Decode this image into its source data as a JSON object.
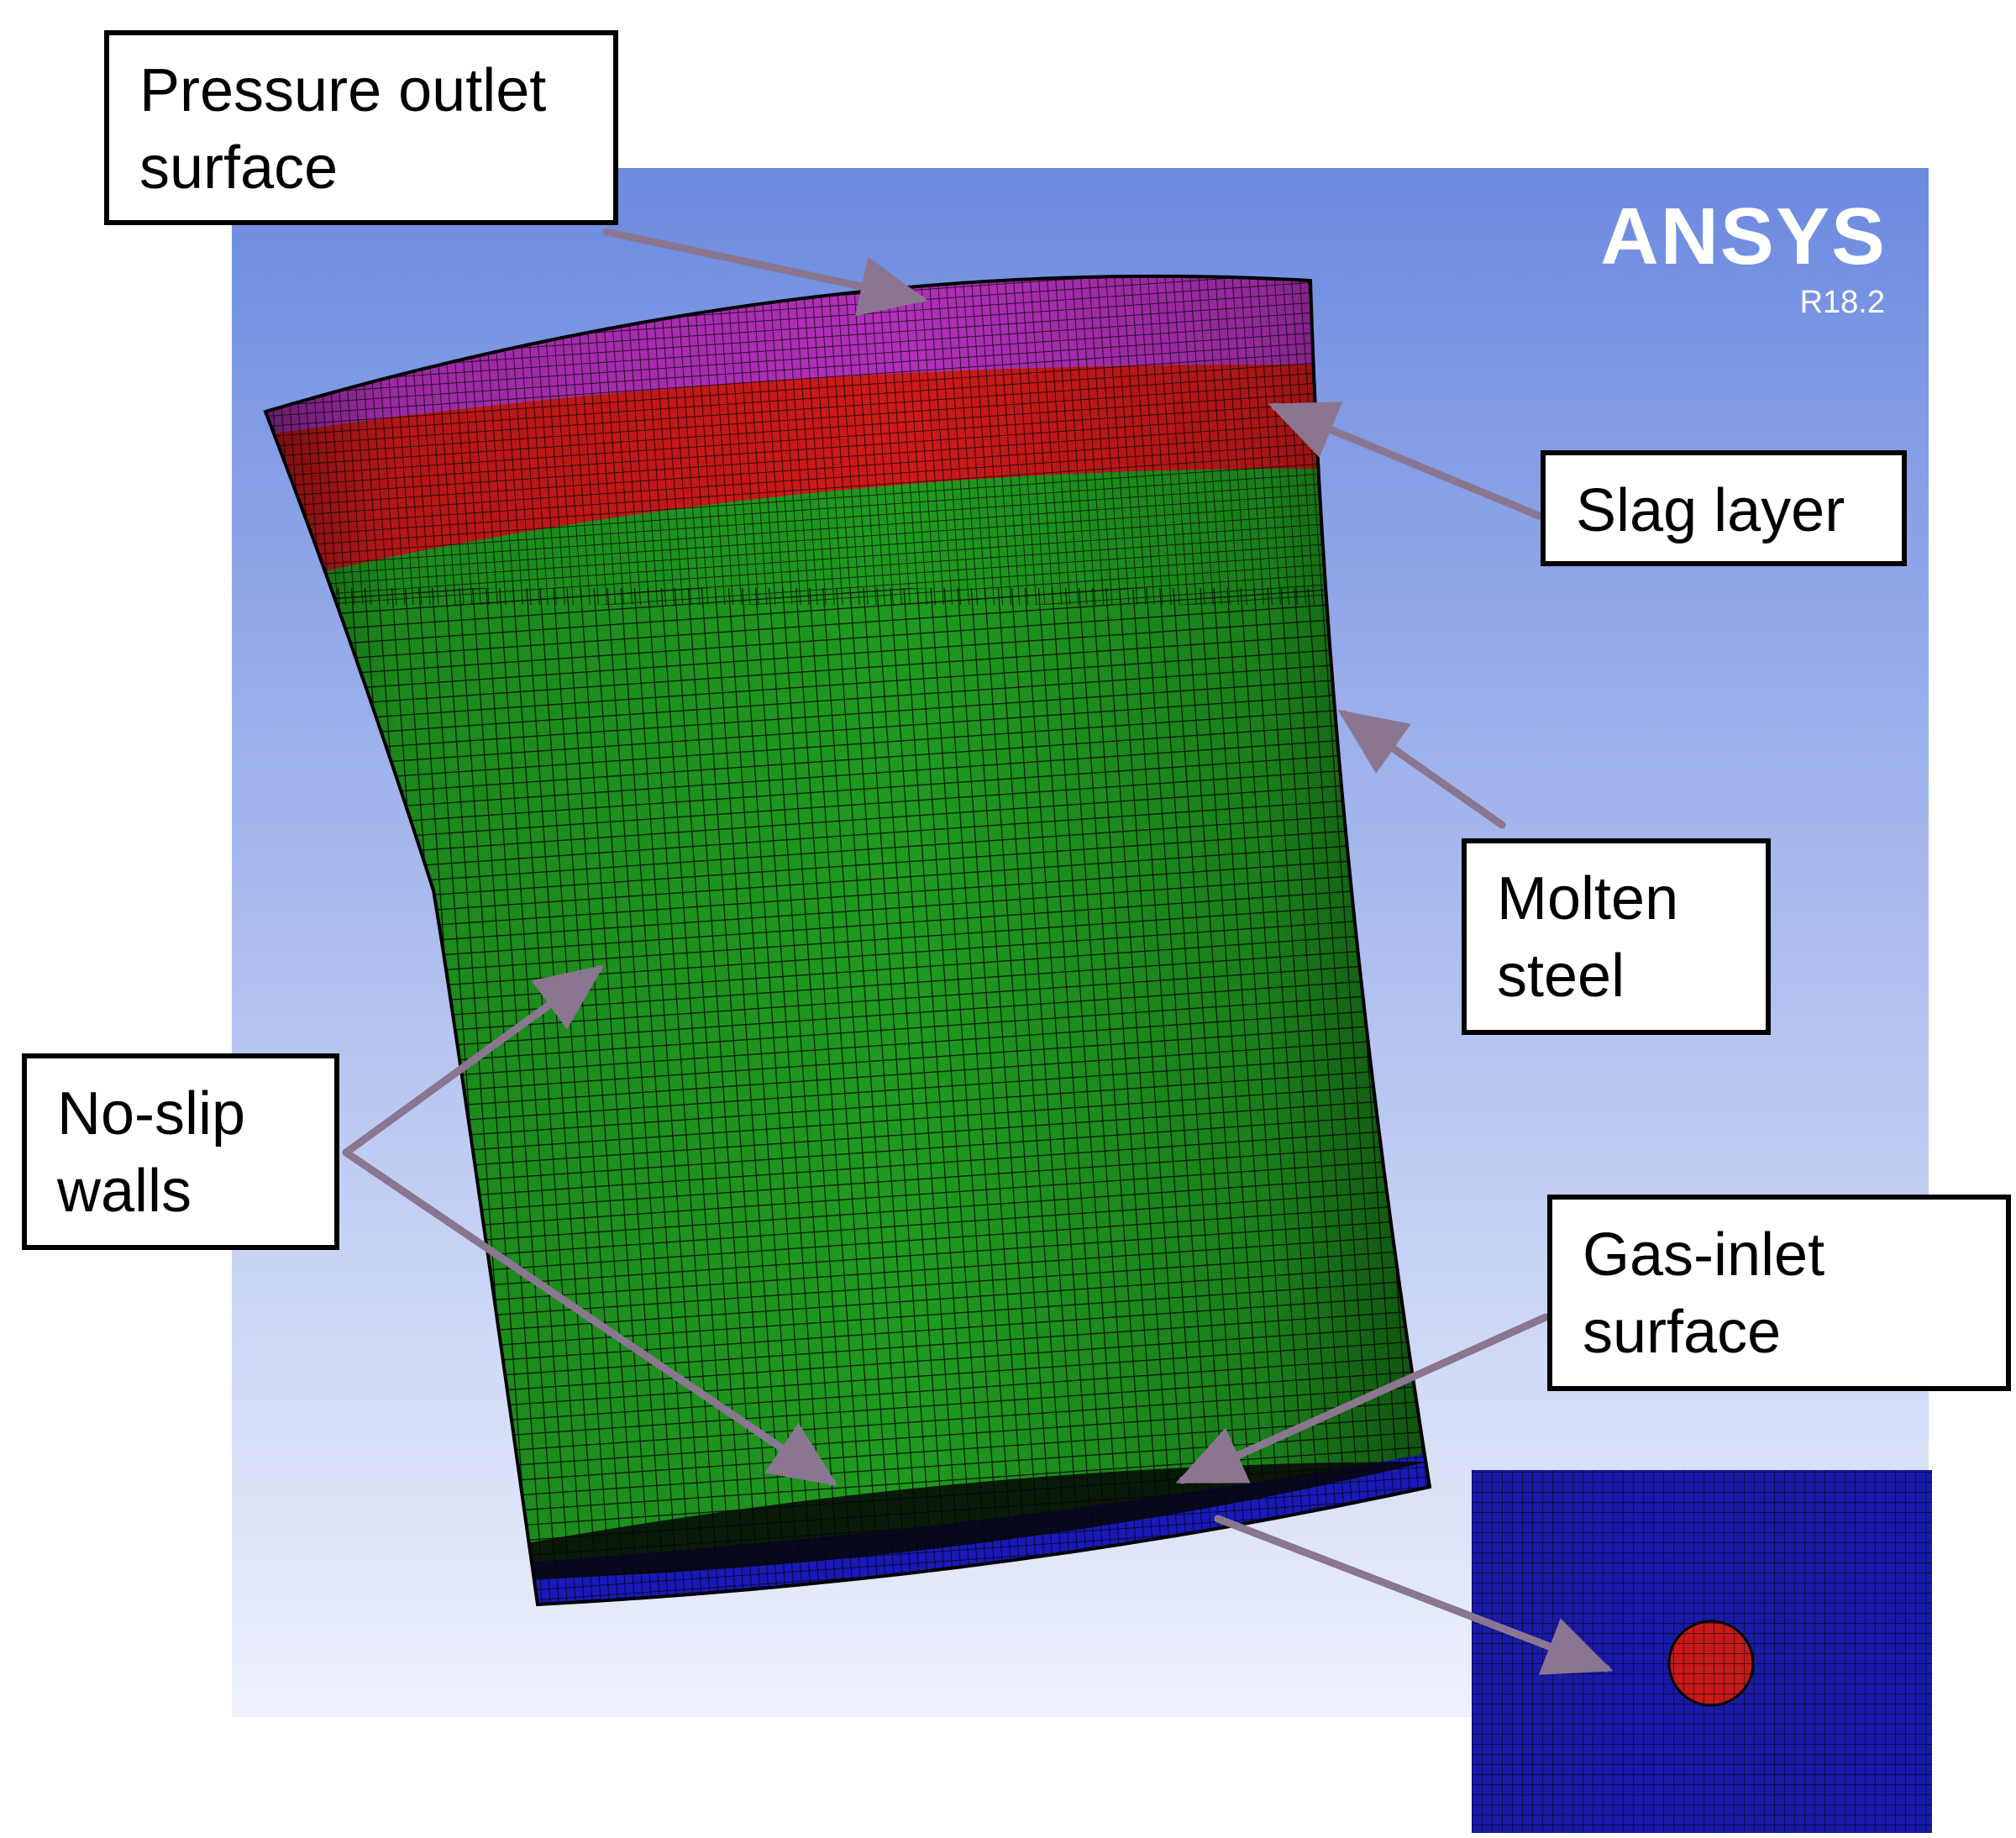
{
  "brand": {
    "logo": "ANSYS",
    "version": "R18.2"
  },
  "labels": {
    "pressure_outlet": "Pressure outlet\nsurface",
    "slag_layer": "Slag layer",
    "molten_steel": "Molten\nsteel",
    "no_slip": "No-slip\nwalls",
    "gas_inlet": "Gas-inlet\nsurface"
  },
  "colors": {
    "background_top": "#6c8ae0",
    "background_bottom": "#eef1fc",
    "pressure_outlet": "#b030b8",
    "slag_layer": "#cc1a1a",
    "molten_steel": "#1f9a1f",
    "gas_inlet": "#1a1ab8",
    "inset_background": "#1a1aa8",
    "inset_plug": "#c41a1a",
    "arrow": "#8a7690",
    "mesh_line": "#000000"
  }
}
